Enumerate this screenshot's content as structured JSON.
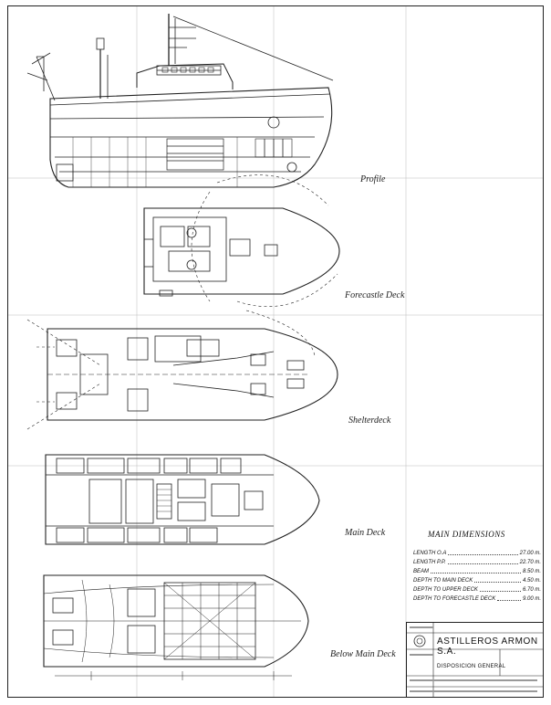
{
  "views": {
    "profile": "Profile",
    "forecastle": "Forecastle Deck",
    "shelter": "Shelterdeck",
    "main": "Main Deck",
    "below": "Below Main Deck"
  },
  "dimensions": {
    "title": "MAIN DIMENSIONS",
    "rows": [
      {
        "label": "LENGTH O.A",
        "value": "27.00 m."
      },
      {
        "label": "LENGTH P.P.",
        "value": "22.70 m."
      },
      {
        "label": "BEAM",
        "value": "8.50 m."
      },
      {
        "label": "DEPTH TO MAIN DECK",
        "value": "4.50 m."
      },
      {
        "label": "DEPTH TO UPPER DECK",
        "value": "6.70 m."
      },
      {
        "label": "DEPTH TO FORECASTLE DECK",
        "value": "9.00 m."
      }
    ]
  },
  "title_block": {
    "company": "ASTILLEROS ARMON S.A.",
    "drawing_title": "DISPOSICION GENERAL"
  }
}
